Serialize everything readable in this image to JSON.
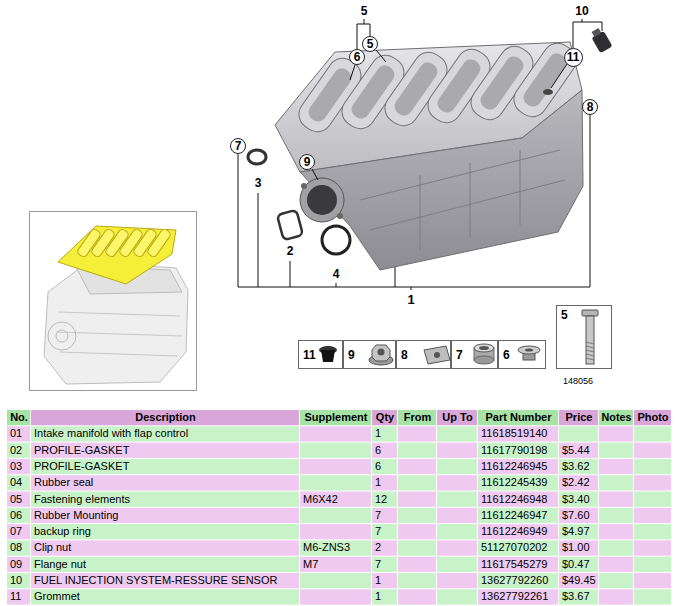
{
  "diagram": {
    "nodes": [
      {
        "text": [
          "5"
        ]
      },
      {
        "text": [
          "6"
        ]
      },
      {
        "text": [
          "11"
        ]
      },
      {
        "text": [
          "8"
        ]
      },
      {
        "text": [
          "7"
        ]
      },
      {
        "text": [
          "9"
        ]
      },
      {
        "text": [
          "11"
        ]
      },
      {
        "text": [
          "9"
        ]
      },
      {
        "text": [
          "8"
        ]
      },
      {
        "text": [
          "7"
        ]
      },
      {
        "text": [
          "6"
        ]
      },
      {
        "text": [
          "5"
        ]
      }
    ],
    "labels": [
      "5",
      "10",
      "3",
      "2",
      "4",
      "1",
      "148056",
      "No.",
      "Description",
      "Supplement",
      "Qty",
      "From",
      "Up To",
      "Part Number",
      "Price",
      "Notes",
      "Photo",
      "01",
      "Intake manifold with flap control",
      "1",
      "11618519140",
      "02",
      "PROFILE-GASKET",
      "6",
      "11617790198",
      "$5.44",
      "03",
      "PROFILE-GASKET",
      "6",
      "11612246945",
      "$3.62",
      "04",
      "Rubber seal",
      "1",
      "11612245439",
      "$2.42",
      "05",
      "Fastening elements",
      "M6X42",
      "12",
      "11612246948",
      "$3.40",
      "06",
      "Rubber Mounting",
      "7",
      "11612246947",
      "$7.60",
      "07",
      "backup ring",
      "7",
      "11612246949",
      "$4.97",
      "08",
      "Clip nut",
      "M6-ZNS3",
      "2",
      "51127070202",
      "$1.00",
      "09",
      "Flange nut",
      "M7",
      "7",
      "11617545279",
      "$0.47",
      "10",
      "FUEL INJECTION SYSTEM-RESSURE SENSOR",
      "1",
      "13627792260",
      "$49.45",
      "11",
      "Grommet",
      "1",
      "13627792261",
      "$3.67"
    ]
  }
}
